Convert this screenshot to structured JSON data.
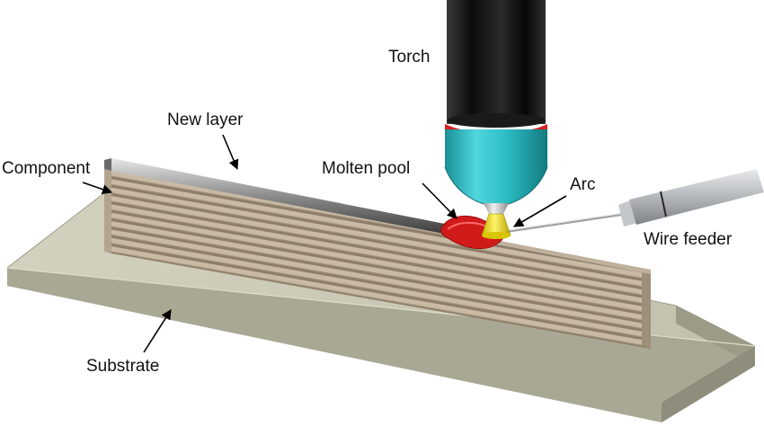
{
  "labels": {
    "torch": "Torch",
    "new_layer": "New layer",
    "component": "Component",
    "molten_pool": "Molten pool",
    "arc": "Arc",
    "wire_feeder": "Wire feeder",
    "substrate": "Substrate"
  },
  "colors": {
    "substrate_top": "#c9c8b4",
    "substrate_front": "#a6a592",
    "wall_stripe_light": "#c8b9a6",
    "wall_stripe_dark": "#8f7f6c",
    "torch_body": "#151515",
    "nozzle": "#2bbcc4",
    "ring": "#d82020",
    "molten_pool": "#d11a1a",
    "arc": "#e8d818",
    "wire_feeder": "#b8bcc0"
  }
}
